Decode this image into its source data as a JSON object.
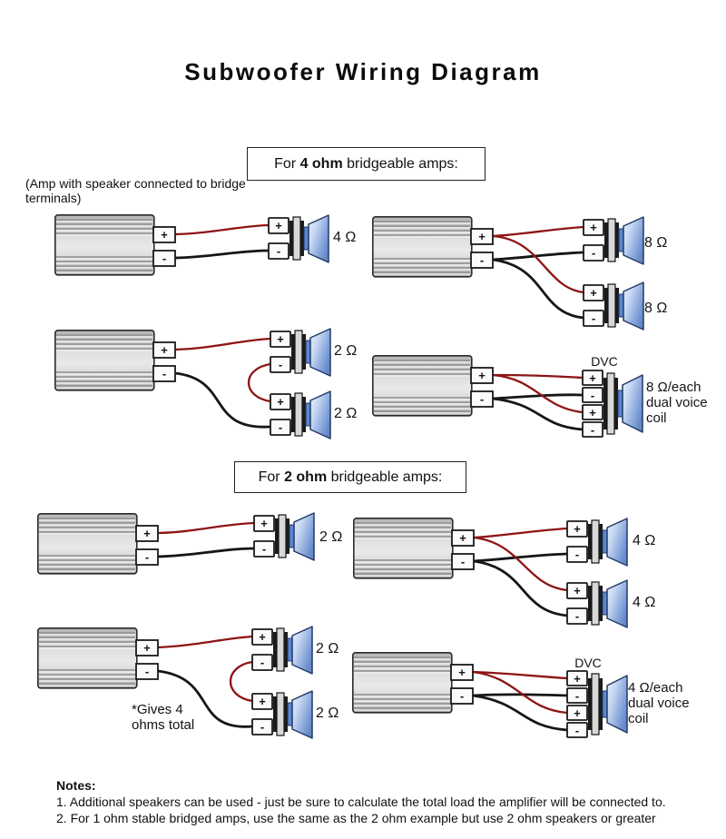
{
  "title": "Subwoofer Wiring Diagram",
  "glyphs": {
    "plus": "+",
    "minus": "-"
  },
  "sections": [
    {
      "prefix": "For ",
      "bold": "4 ohm",
      "suffix": " bridgeable amps:"
    },
    {
      "prefix": "For ",
      "bold": "2 ohm",
      "suffix": " bridgeable amps:"
    }
  ],
  "caption": "(Amp with speaker connected to bridge terminals)",
  "diagrams": {
    "a": {
      "impedance": "4 Ω"
    },
    "b": {
      "impedance1": "8 Ω",
      "impedance2": "8 Ω"
    },
    "c": {
      "impedance1": "2 Ω",
      "impedance2": "2 Ω"
    },
    "d": {
      "header": "DVC",
      "impedance_lines": [
        "8 Ω/each",
        "dual voice",
        "coil"
      ]
    },
    "e": {
      "impedance": "2 Ω"
    },
    "f": {
      "impedance1": "4 Ω",
      "impedance2": "4 Ω"
    },
    "g": {
      "impedance1": "2 Ω",
      "impedance2": "2 Ω",
      "note_lines": [
        "*Gives 4",
        "ohms total"
      ]
    },
    "h": {
      "header": "DVC",
      "impedance_lines": [
        "4 Ω/each",
        "dual voice",
        "coil"
      ]
    }
  },
  "notes": {
    "heading": "Notes:",
    "items": [
      "1. Additional speakers can be used - just be sure to calculate the total load the amplifier will be connected to.",
      "2. For 1 ohm stable bridged amps, use the same as the 2 ohm example but use 2 ohm speakers or greater"
    ]
  },
  "colors": {
    "wire_positive": "#8e1414",
    "wire_negative": "#161616",
    "cone_light": "#e9effb",
    "cone_dark": "#6688c4"
  }
}
